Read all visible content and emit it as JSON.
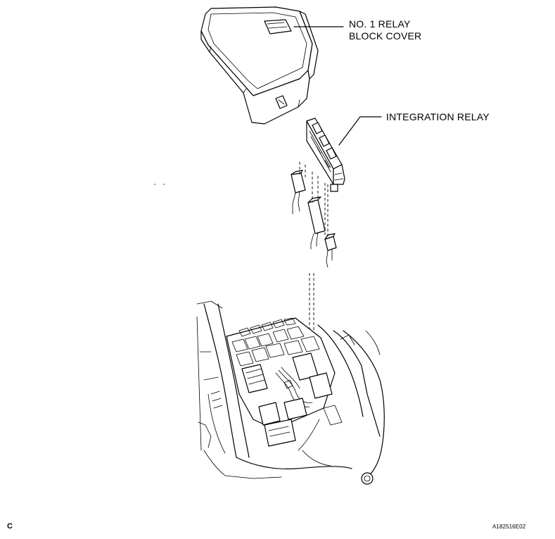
{
  "callouts": {
    "cover_line1": "NO. 1 RELAY",
    "cover_line2": "BLOCK COVER",
    "relay": "INTEGRATION RELAY"
  },
  "view_letter": "C",
  "figure_code": "A182516E02",
  "colors": {
    "ink": "#000000",
    "background": "#ffffff"
  }
}
